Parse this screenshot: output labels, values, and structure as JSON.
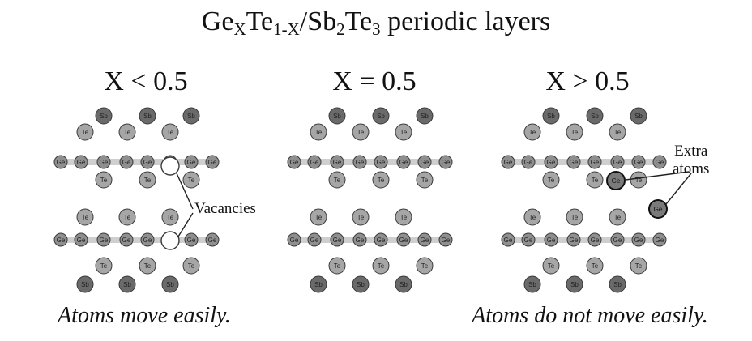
{
  "title": {
    "ge": "Ge",
    "ge_sub": "X",
    "te": "Te",
    "te_sub": "1-X",
    "sb": "/Sb",
    "sb_sub": "2",
    "te2": "Te",
    "te2_sub": "3",
    "suffix": " periodic layers"
  },
  "panels": [
    {
      "label": "X < 0.5",
      "caption": "Atoms move easily.",
      "annotation": "Vacancies"
    },
    {
      "label": "X = 0.5",
      "caption": ""
    },
    {
      "label": "X > 0.5",
      "caption": "Atoms do not move easily.",
      "annotation": "Extra\natoms"
    }
  ],
  "atom_labels": {
    "sb": "Sb",
    "te": "Te",
    "ge": "Ge"
  },
  "colors": {
    "sb_fill": "#6a6a6a",
    "te_fill": "#a6a6a6",
    "ge_fill": "#8f8f8f",
    "plane": "#cfcfcf",
    "outline": "#3a3a3a",
    "annotation": "#222222"
  }
}
